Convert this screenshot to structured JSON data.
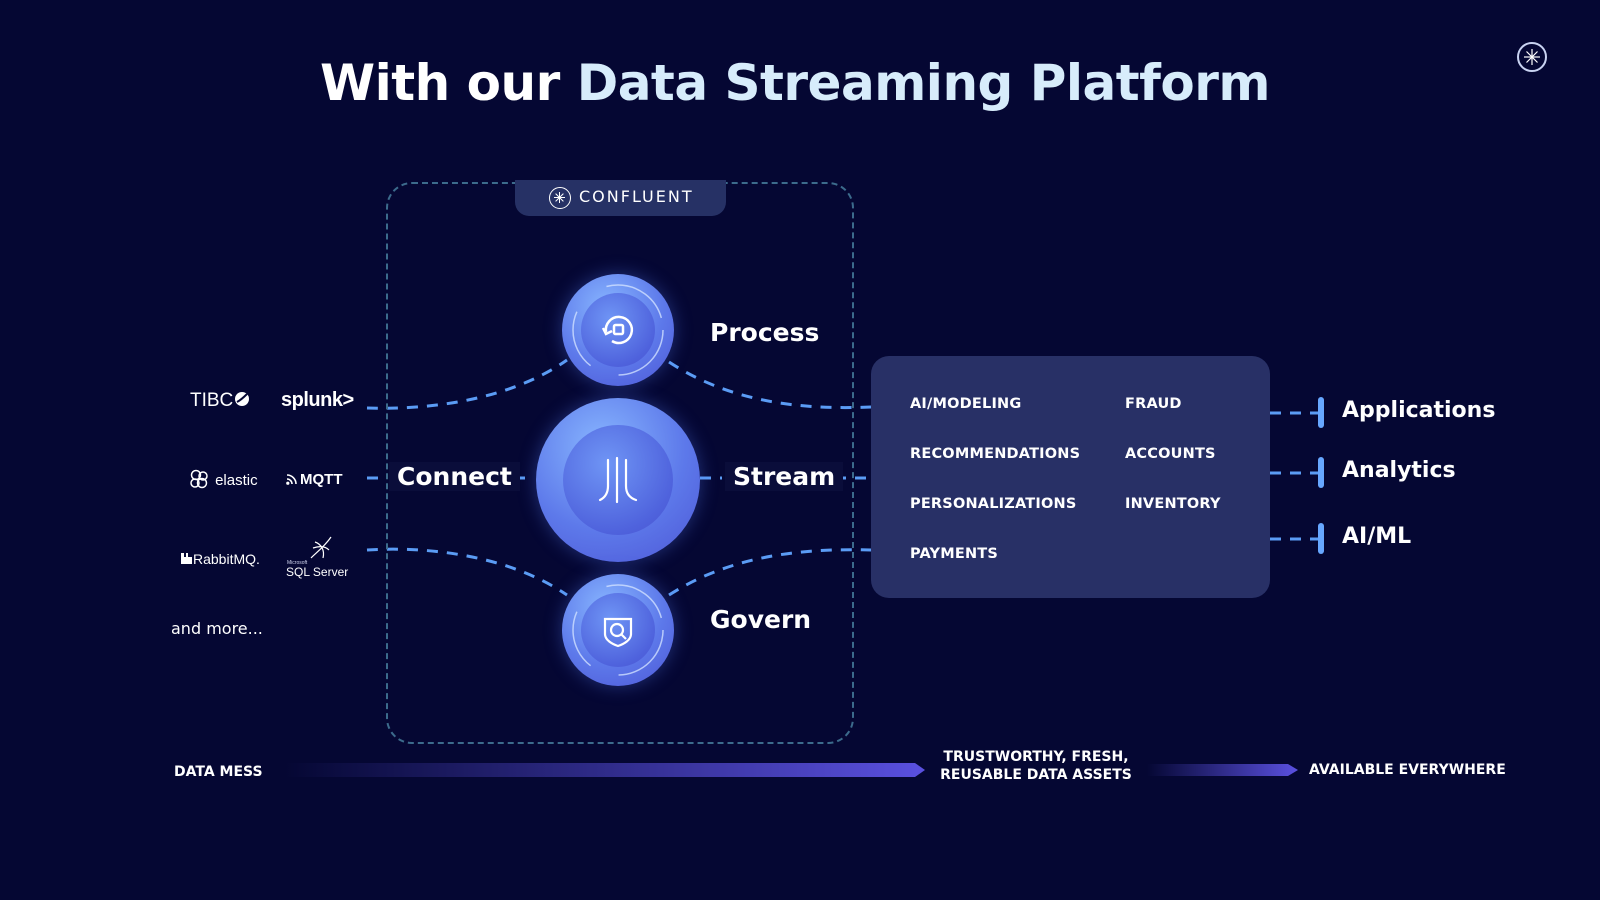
{
  "title": {
    "prefix": "With our ",
    "highlight": "Data Streaming Platform"
  },
  "confluent": {
    "label": "CONFLUENT"
  },
  "nodes": {
    "process": "Process",
    "govern": "Govern",
    "connect": "Connect",
    "stream": "Stream"
  },
  "sources": {
    "tibco": "TIBC",
    "splunk": "splunk>",
    "elastic": "elastic",
    "mqtt": "MQTT",
    "rabbitmq": "RabbitMQ.",
    "sqlserver_small": "Microsoft",
    "sqlserver": "SQL Server",
    "more": "and more..."
  },
  "use_cases": {
    "left": [
      "AI/MODELING",
      "RECOMMENDATIONS",
      "PERSONALIZATIONS",
      "PAYMENTS"
    ],
    "right": [
      "FRAUD",
      "ACCOUNTS",
      "INVENTORY"
    ]
  },
  "consumers": [
    "Applications",
    "Analytics",
    "AI/ML"
  ],
  "bottom": {
    "start": "DATA MESS",
    "middle_line1": "TRUSTWORTHY, FRESH,",
    "middle_line2": "REUSABLE DATA ASSETS",
    "end": "AVAILABLE EVERYWHERE"
  },
  "colors": {
    "background": "#050733",
    "accent_title": "#d7ecfb",
    "dash": "#5b9cf5",
    "panel": "#283066",
    "arrow": "#5a50e0"
  },
  "icons": {
    "corner": "confluent-logo-icon",
    "process": "refresh-square-icon",
    "govern": "shield-search-icon",
    "stream": "confluent-streams-icon"
  }
}
